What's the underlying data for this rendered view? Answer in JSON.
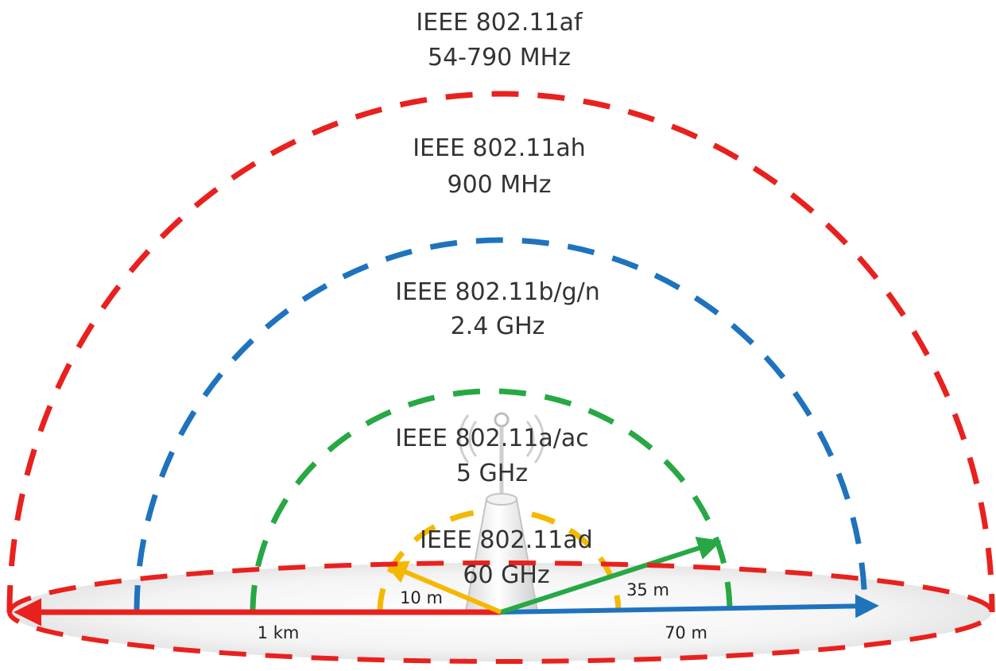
{
  "standards": [
    {
      "id": "af",
      "name": "IEEE 802.11af",
      "band": "54-790 MHz",
      "color": "#e8211e"
    },
    {
      "id": "ah",
      "name": "IEEE 802.11ah",
      "band": "900 MHz",
      "color": "#e8211e"
    },
    {
      "id": "bgn",
      "name": "IEEE 802.11b/g/n",
      "band": "2.4 GHz",
      "color": "#1f73be"
    },
    {
      "id": "aac",
      "name": "IEEE 802.11a/ac",
      "band": "5 GHz",
      "color": "#27a844"
    },
    {
      "id": "ad",
      "name": "IEEE 802.11ad",
      "band": "60 GHz",
      "color": "#f5b800"
    }
  ],
  "ranges": {
    "ad": "10 m",
    "aac": "35 m",
    "bgn": "70 m",
    "ah": "1 km"
  },
  "icons": {
    "access_point": "wifi-tower-icon"
  }
}
